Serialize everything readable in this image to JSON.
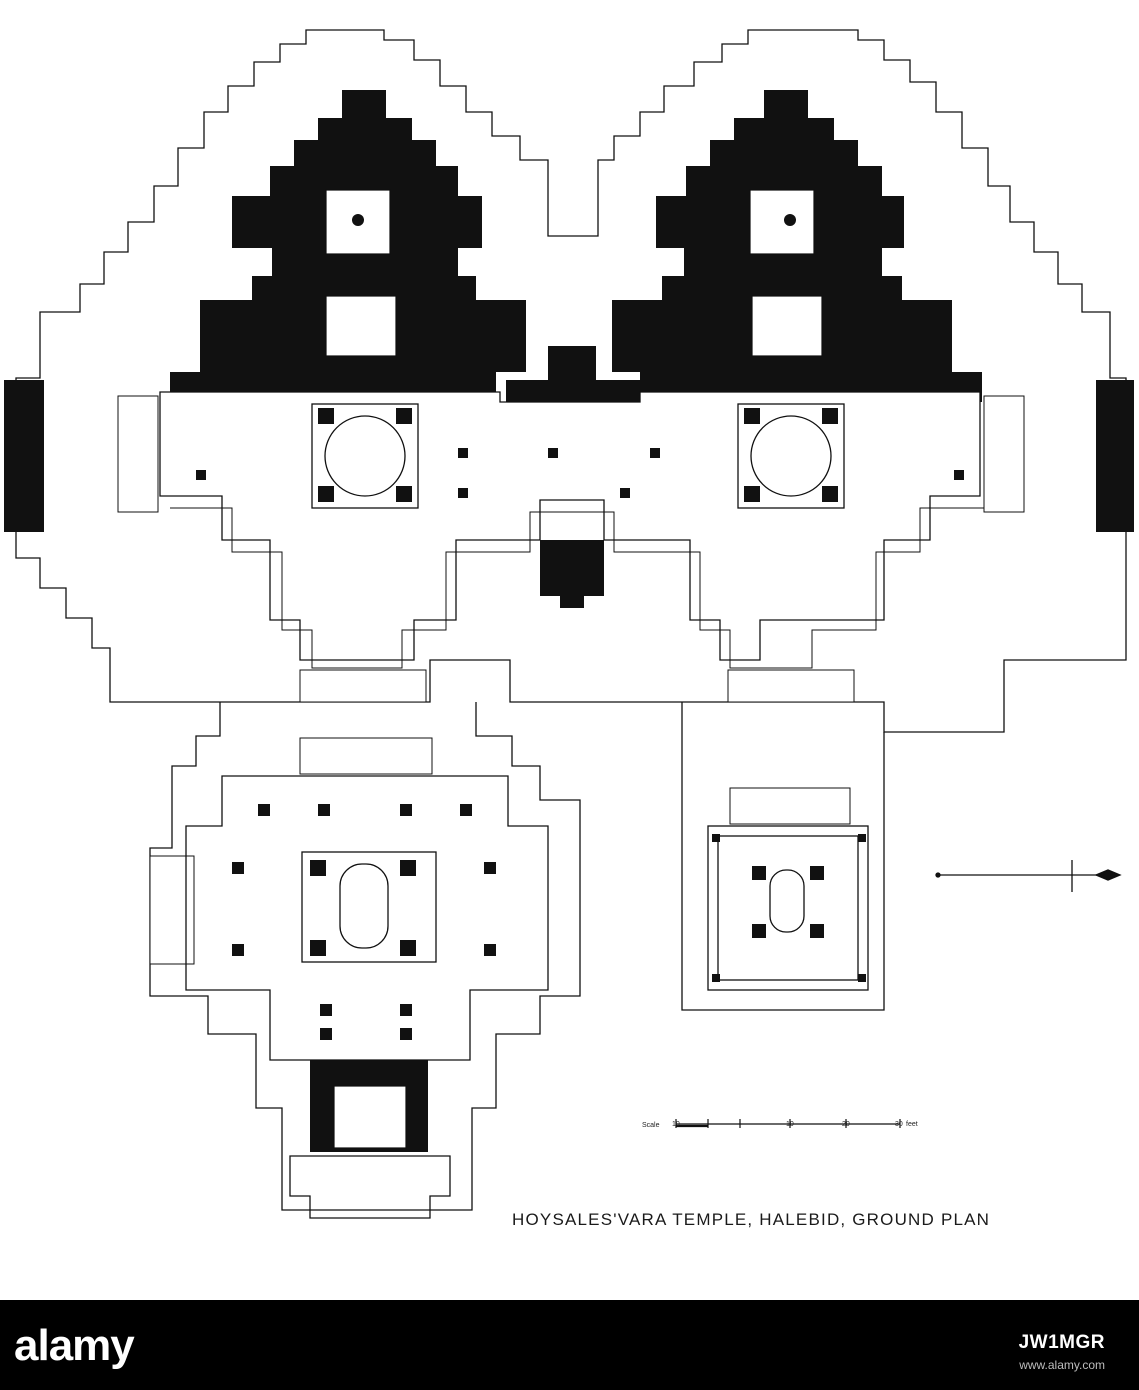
{
  "caption": "HOYSALES'VARA TEMPLE, HALEBID, GROUND PLAN",
  "scale_bar": {
    "prefix": "Scale",
    "ticks": [
      "10",
      "0",
      "10",
      "20",
      "30"
    ],
    "unit": "feet"
  },
  "watermark": {
    "logo_text": "alamy",
    "image_code": "JW1MGR",
    "url": "www.alamy.com"
  },
  "colors": {
    "ink": "#111111",
    "paper": "#ffffff",
    "watermark_bar": "#000000"
  }
}
